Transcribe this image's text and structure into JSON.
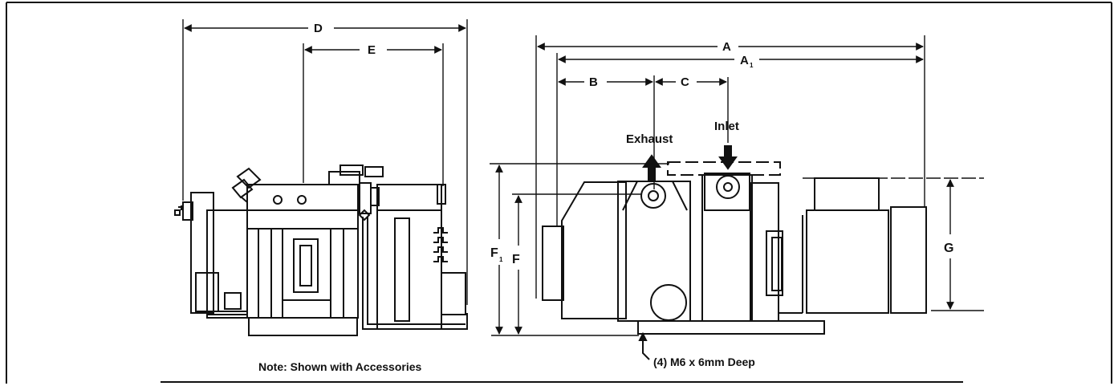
{
  "labels": {
    "dim_a": "A",
    "dim_a1": "A",
    "dim_a1_sub": "1",
    "dim_b": "B",
    "dim_c": "C",
    "dim_d": "D",
    "dim_e": "E",
    "dim_f": "F",
    "dim_f1": "F",
    "dim_f1_sub": "1",
    "dim_g": "G",
    "exhaust": "Exhaust",
    "inlet": "Inlet",
    "mount_note": "(4) M6 x 6mm Deep",
    "accessories_note": "Note: Shown with Accessories"
  }
}
